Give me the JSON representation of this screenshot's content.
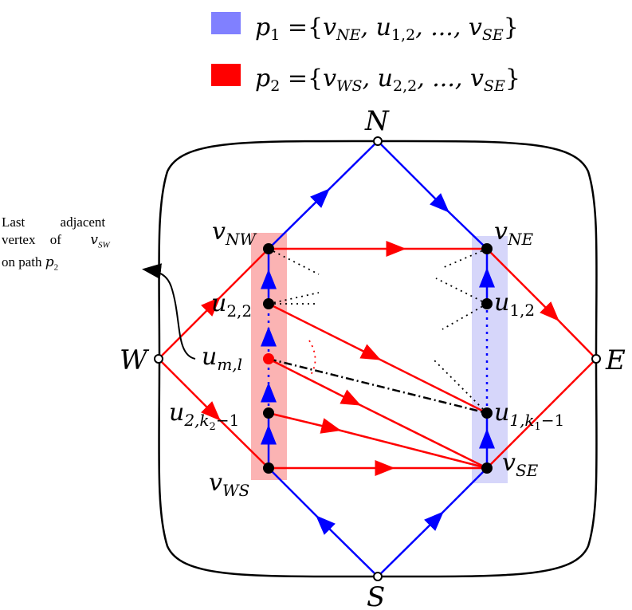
{
  "legend": [
    {
      "color": "#8080ff",
      "path": "p",
      "path_sub": "1",
      "eq": " ={",
      "v1": "v",
      "v1_sub": "NE",
      "u": ", u",
      "u_sub": "1,2",
      "dots": ", ..., ",
      "v2": "v",
      "v2_sub": "SE",
      "close": "}"
    },
    {
      "color": "#ff0000",
      "path": "p",
      "path_sub": "2",
      "eq": " ={",
      "v1": "v",
      "v1_sub": "WS",
      "u": ", u",
      "u_sub": "2,2",
      "dots": ", ..., ",
      "v2": "v",
      "v2_sub": "SE",
      "close": "}"
    }
  ],
  "corners": {
    "N": "N",
    "S": "S",
    "W": "W",
    "E": "E"
  },
  "vertices": {
    "vNW": {
      "main": "v",
      "sub": "NW"
    },
    "u22": {
      "main": "u",
      "sub": "2,2"
    },
    "uml": {
      "main": "u",
      "sub": "m,l"
    },
    "u2k": {
      "main": "u",
      "sub": "2,k",
      "subsub": "2",
      "tail": "−1"
    },
    "vWS": {
      "main": "v",
      "sub": "WS"
    },
    "vNE": {
      "main": "v",
      "sub": "NE"
    },
    "u12": {
      "main": "u",
      "sub": "1,2"
    },
    "u1k": {
      "main": "u",
      "sub": "1,k",
      "subsub": "1",
      "tail": "−1"
    },
    "vSE": {
      "main": "v",
      "sub": "SE"
    }
  },
  "annotation": {
    "line1": "Last adjacent",
    "line2": "vertex of",
    "line2_math": "v",
    "line2_sub": "SW",
    "line3": "on path",
    "line3_math": "p",
    "line3_sub": "2"
  },
  "colors": {
    "path1": "#0000ff",
    "path2": "#ff0000",
    "path1_highlight": "#d6d6fa",
    "path2_highlight": "#fbb3b3"
  }
}
